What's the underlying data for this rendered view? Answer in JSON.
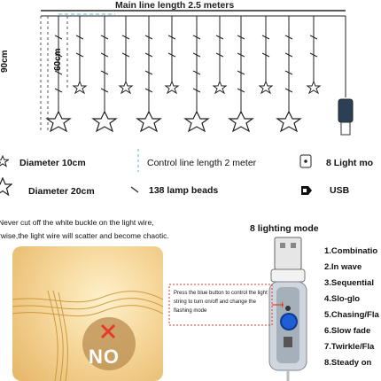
{
  "diagram": {
    "main_line_label": "Main line length 2.5 meters",
    "left_height_label": "90cm",
    "inner_height_label": "60cm"
  },
  "specs": {
    "diameter_small": "Diameter 10cm",
    "control_line": "Control line length 2 meter",
    "light_modes": "8 Light mo",
    "diameter_large": "Diameter 20cm",
    "lamp_beads": "138 lamp beads",
    "usb": "USB"
  },
  "warning": {
    "line1": "Never cut off the white buckle on the light wire,",
    "line2": "rwise,the light wire will scatter and become chaotic."
  },
  "lighting": {
    "title": "8 lighting mode",
    "note": "Press the blue button to control the light string to turn on/off and change the flashing mode",
    "modes": [
      "1.Combinatio",
      "2.In wave",
      "3.Sequential",
      "4.Slo-glo",
      "5.Chasing/Fla",
      "6.Slow fade",
      "7.Twirkle/Fla",
      "8.Steady on"
    ]
  },
  "photo": {
    "badge": "NO"
  },
  "colors": {
    "button_blue": "#1f5fd6",
    "warm_glow": "#f6d79a",
    "accent_red": "#e53b2c"
  }
}
